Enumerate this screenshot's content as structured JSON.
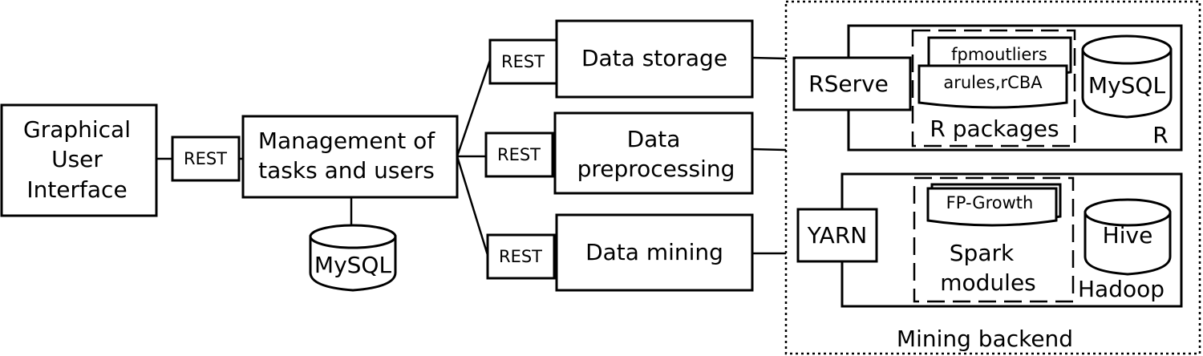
{
  "gui": {
    "line1": "Graphical",
    "line2": "User",
    "line3": "Interface"
  },
  "rest_label": "REST",
  "management": {
    "line1": "Management of",
    "line2": "tasks and users"
  },
  "db_mysql": "MySQL",
  "services": {
    "storage": "Data storage",
    "preprocessing_line1": "Data",
    "preprocessing_line2": "preprocessing",
    "mining": "Data mining"
  },
  "backend": {
    "title": "Mining backend",
    "r": {
      "server": "RServe",
      "package_top": "fpmoutliers",
      "package_bottom": "arules,rCBA",
      "packages_label": "R packages",
      "db": "MySQL",
      "env_label": "R"
    },
    "hadoop": {
      "server": "YARN",
      "module": "FP-Growth",
      "modules_line1": "Spark",
      "modules_line2": "modules",
      "db": "Hive",
      "env_label": "Hadoop"
    }
  }
}
